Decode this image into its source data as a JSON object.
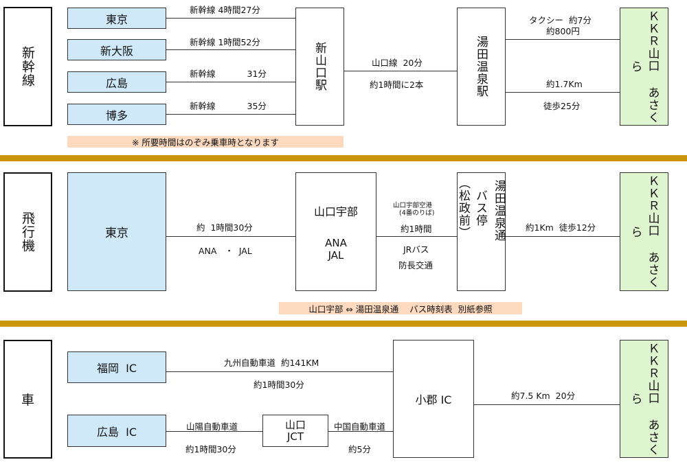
{
  "shinkansen": {
    "category": "新幹線",
    "origins": [
      "東京",
      "新大阪",
      "広島",
      "博多"
    ],
    "routes": [
      {
        "line": "新幹線",
        "time": "4時間27分"
      },
      {
        "line": "新幹線",
        "time": "1時間52分"
      },
      {
        "line": "新幹線",
        "time": "31分"
      },
      {
        "line": "新幹線",
        "time": "35分"
      }
    ],
    "hub": "新山口駅",
    "transfer_line": "山口線  20分",
    "transfer_freq": "約1時間に2本",
    "station": "湯田温泉駅",
    "taxi_1": "タクシー  約7分",
    "taxi_2": "約800円",
    "walk_1": "約1.7Km",
    "walk_2": "徒歩25分",
    "destination": "ＫＫＲ山口 あさくら",
    "note": "※ 所要時間はのぞみ乗車時となります"
  },
  "air": {
    "category": "飛行機",
    "origin": "東京",
    "flight_time": "約  1時間30分",
    "airlines": "ANA   ・  JAL",
    "airport": "山口宇部",
    "airport_airlines_1": "ANA",
    "airport_airlines_2": "JAL",
    "bus_1": "山口宇部空港",
    "bus_2": "(4番のりば)",
    "bus_3": "約1時間",
    "bus_4": "JRバス",
    "bus_5": "防長交通",
    "bus_stop_right": "湯田温泉通",
    "bus_stop_left": "バス停",
    "bus_stop_paren": "（松政前）",
    "walk": "約1Km  徒歩12分",
    "destination": "ＫＫＲ山口 あさくら",
    "note": "山口宇部 ⇔ 湯田温泉通    バス時刻表  別紙参照"
  },
  "car": {
    "category": "車",
    "origin_1": "福岡  IC",
    "origin_2": "広島  IC",
    "route_1_road": "九州自動車道  約141KM",
    "route_1_time": "約1時間30分",
    "route_2_road": "山陽自動車道",
    "route_2_time": "約1時間30分",
    "jct": "山口 JCT",
    "route_3_road": "中国自動車道",
    "route_3_time": "約5分",
    "ic": "小郡 IC",
    "final": "約7.5 Km  20分",
    "destination": "ＫＫＲ山口 あさくら"
  },
  "colors": {
    "origin_fill": "#cfe9f9",
    "destination_fill": "#dff5d0",
    "note_fill": "#fcd9bf",
    "separator": "#c9960e"
  }
}
